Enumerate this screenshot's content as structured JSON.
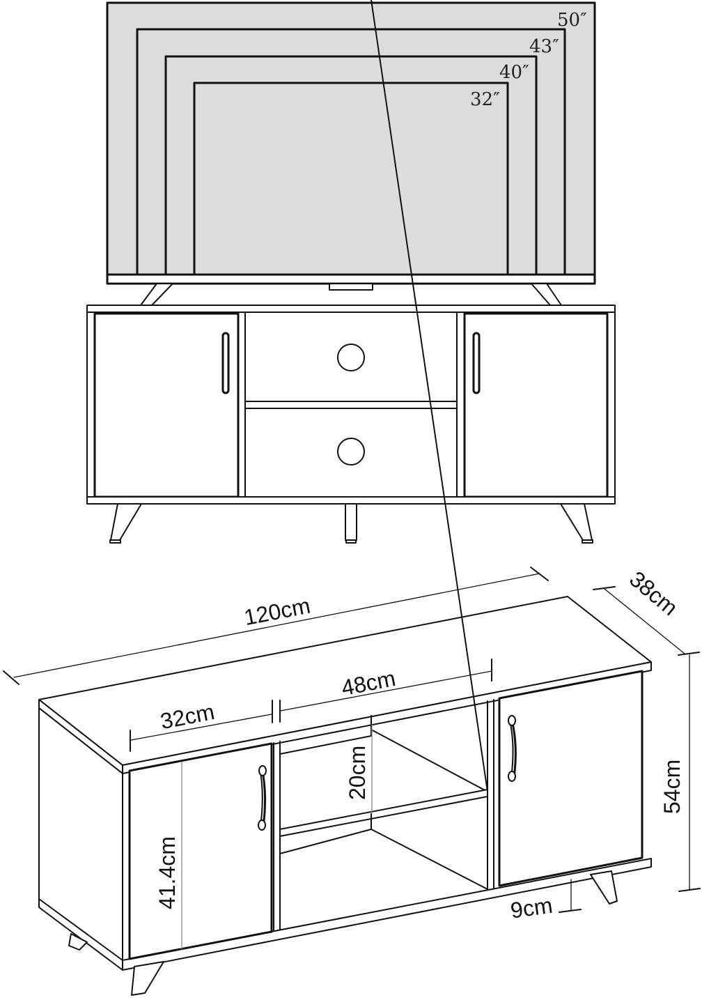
{
  "tv": {
    "screen_sizes": [
      {
        "label": "50″",
        "inches": 50
      },
      {
        "label": "43″",
        "inches": 43
      },
      {
        "label": "40″",
        "inches": 40
      },
      {
        "label": "32″",
        "inches": 32
      }
    ],
    "screen_color": "#dcdcdc"
  },
  "front_view": {
    "components": [
      "top-panel",
      "left-door",
      "upper-open-shelf",
      "lower-open-shelf",
      "right-door",
      "left-leg",
      "center-leg",
      "right-leg"
    ]
  },
  "dimensions": {
    "total_width": "120cm",
    "depth": "38cm",
    "total_height": "54cm",
    "door_width": "32cm",
    "middle_section_width": "48cm",
    "shelf_height": "20cm",
    "door_height": "41.4cm",
    "leg_height": "9cm"
  },
  "colors": {
    "line": "#111111",
    "background": "#ffffff",
    "guide_line": "#888888"
  }
}
